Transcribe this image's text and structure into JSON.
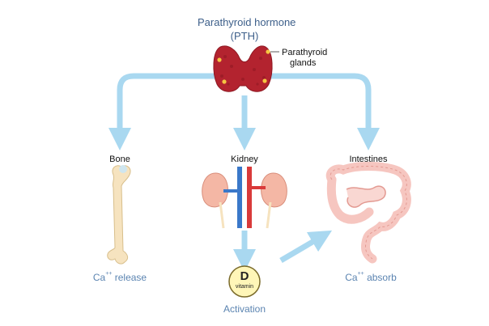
{
  "title": {
    "line1": "Parathyroid hormone",
    "line2": "(PTH)"
  },
  "glands_label": {
    "line1": "Parathyroid",
    "line2": "glands"
  },
  "organs": {
    "bone": "Bone",
    "kidney": "Kidney",
    "intestines": "Intestines"
  },
  "outcomes": {
    "bone": {
      "prefix": "Ca",
      "charge": "++",
      "suffix": " release"
    },
    "intestines": {
      "prefix": "Ca",
      "charge": "++",
      "suffix": " absorb"
    },
    "kidney": "Activation"
  },
  "vitamin_badge": {
    "letter": "D",
    "word": "vitamin"
  },
  "colors": {
    "arrow": "#a9d8f0",
    "thyroid": "#b3232f",
    "gland_spot": "#f5c542",
    "bone": "#f6e3bf",
    "kidney": "#f4b7a5",
    "artery": "#d93a3a",
    "vein": "#3a78c9",
    "intestine": "#f6c6c0",
    "vitamin_fill": "#fff6b8",
    "label_blue": "#5b84b1"
  }
}
